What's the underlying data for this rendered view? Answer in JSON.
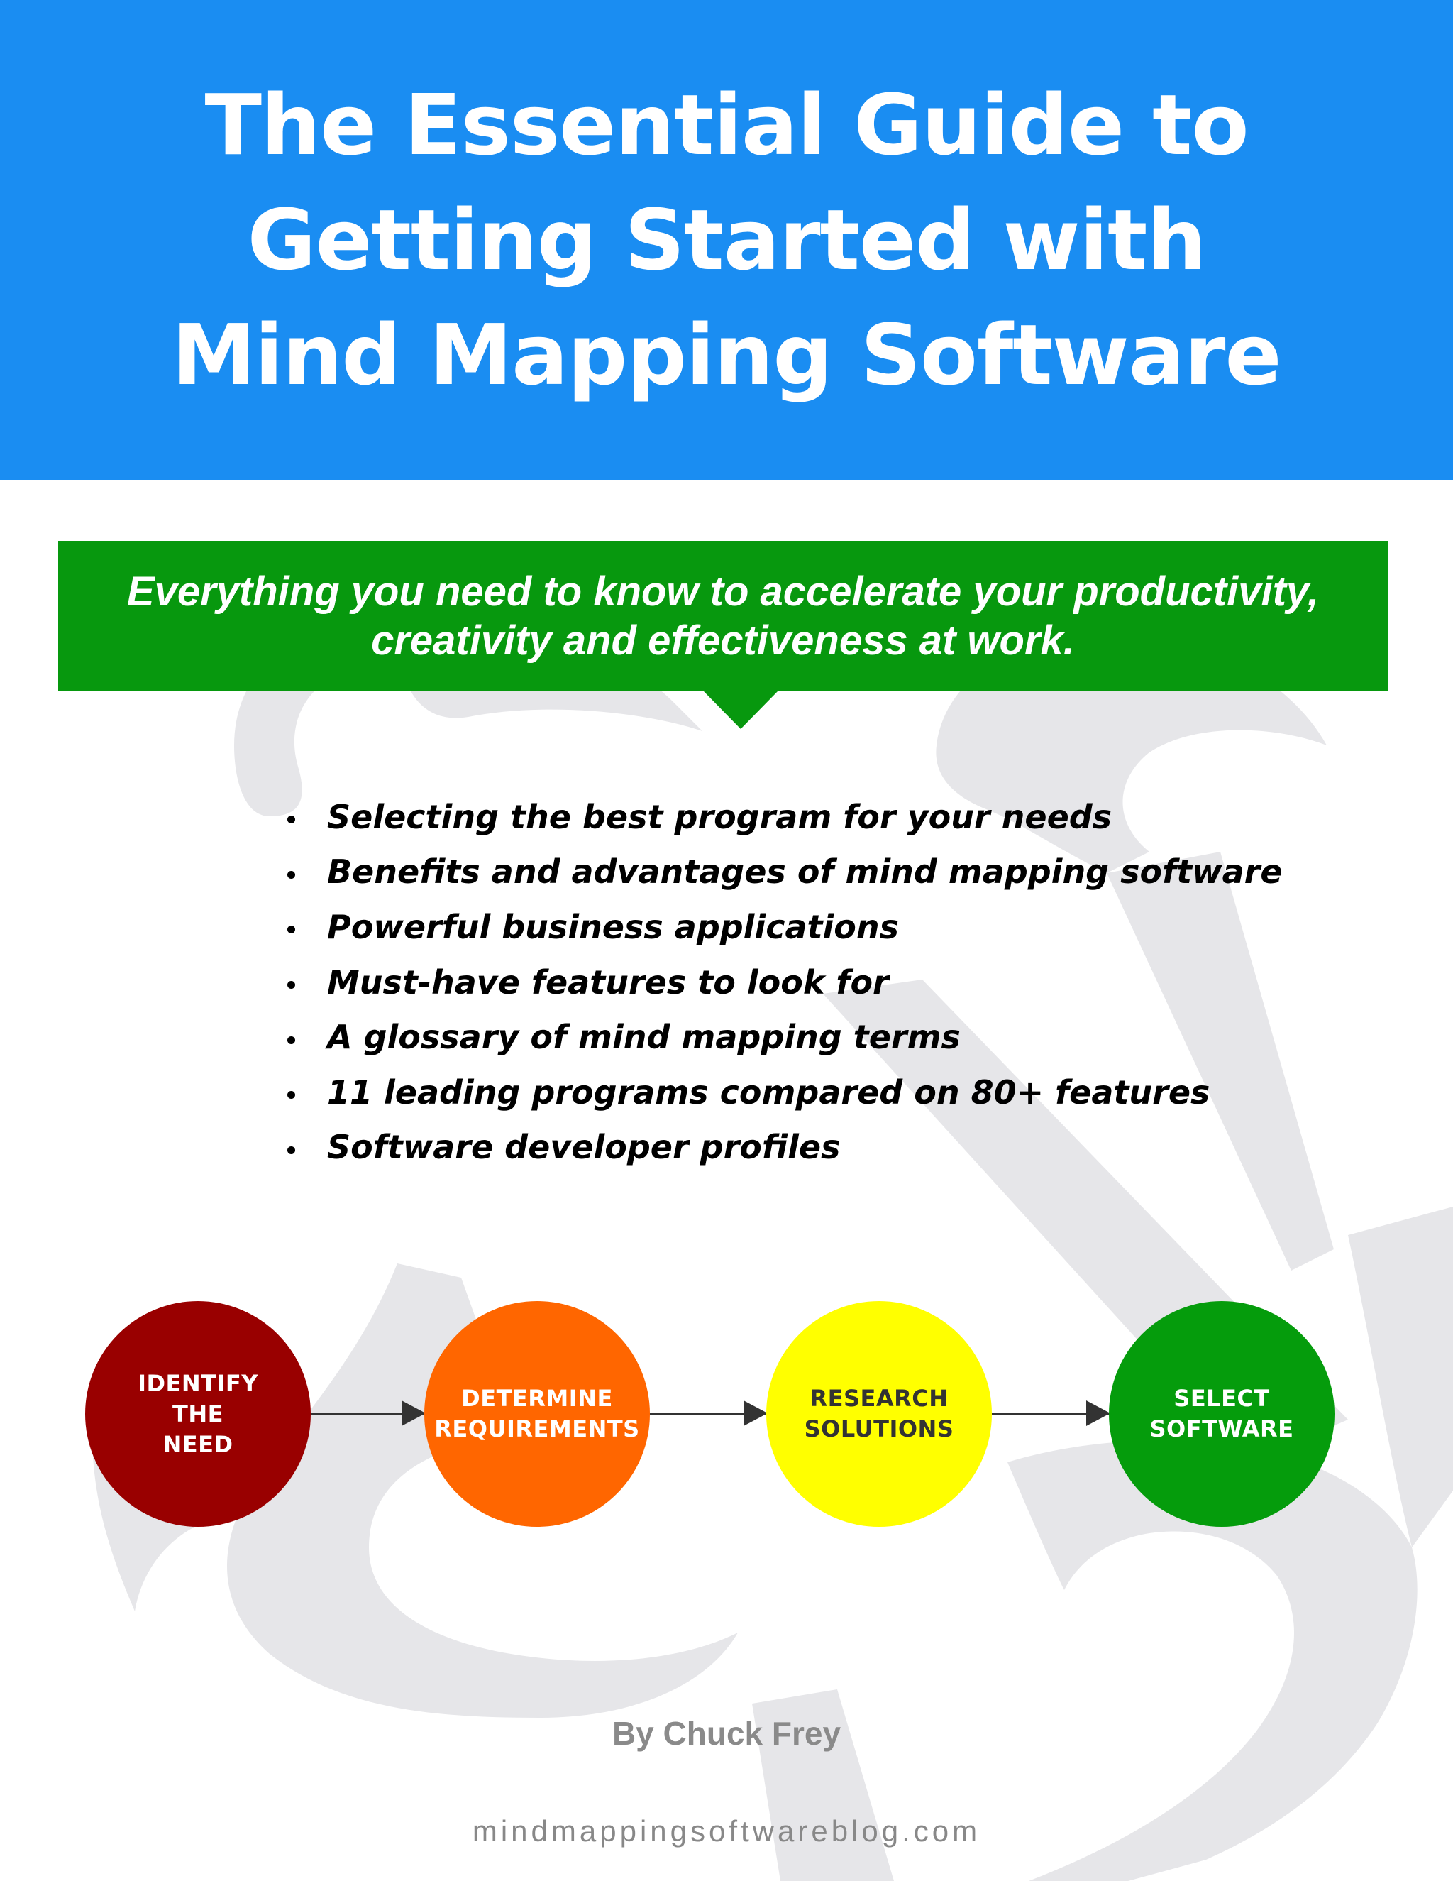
{
  "header": {
    "title_lines": [
      "The Essential Guide to",
      "Getting Started with",
      "Mind Mapping Software"
    ],
    "background_color": "#1a8df2"
  },
  "banner": {
    "lines": [
      "Everything you need to know to accelerate your productivity,",
      "creativity and effectiveness at work."
    ],
    "background_color": "#07980e"
  },
  "bullets": [
    "Selecting the best program for your needs",
    "Benefits and advantages of mind mapping software",
    "Powerful business applications",
    "Must-have features to look for",
    "A glossary of mind mapping terms",
    "11 leading programs compared on 80+ features",
    "Software developer profiles"
  ],
  "process_steps": [
    {
      "label": "IDENTIFY\nTHE\nNEED",
      "color": "#990000",
      "text_color": "#ffffff"
    },
    {
      "label": "DETERMINE\nREQUIREMENTS",
      "color": "#ff6600",
      "text_color": "#ffffff"
    },
    {
      "label": "RESEARCH\nSOLUTIONS",
      "color": "#ffff00",
      "text_color": "#333333"
    },
    {
      "label": "SELECT\nSOFTWARE",
      "color": "#059c0c",
      "text_color": "#ffffff"
    }
  ],
  "author": "By Chuck Frey",
  "website": "mindmappingsoftwareblog.com",
  "background_graphic": {
    "icon": "mind-map-graphic",
    "color": "#e6e6e9"
  }
}
